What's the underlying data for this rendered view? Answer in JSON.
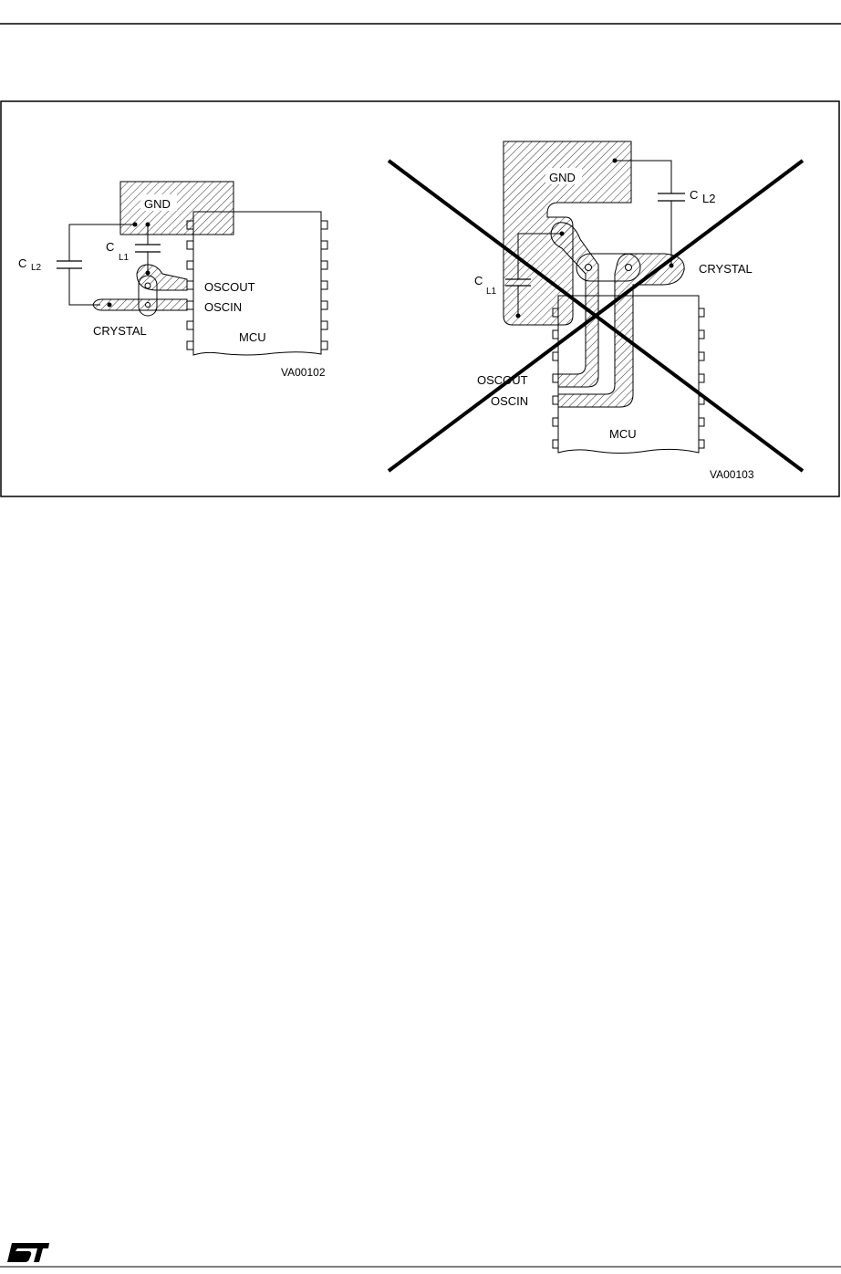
{
  "left_diagram": {
    "gnd": "GND",
    "cl1_c": "C",
    "cl1_sub": "L1",
    "cl2_c": "C",
    "cl2_sub": "L2",
    "oscout": "OSCOUT",
    "oscin": "OSCIN",
    "crystal": "CRYSTAL",
    "mcu": "MCU",
    "ref": "VA00102"
  },
  "right_diagram": {
    "gnd": "GND",
    "cl2_c": "C",
    "cl2_sub": "L2",
    "cl1_c": "C",
    "cl1_sub": "L1",
    "crystal": "CRYSTAL",
    "oscout": "OSCOUT",
    "oscin": "OSCIN",
    "mcu": "MCU",
    "ref": "VA00103"
  }
}
